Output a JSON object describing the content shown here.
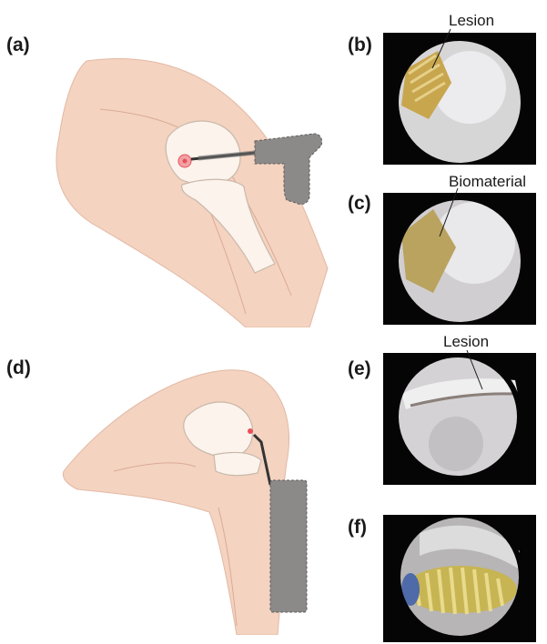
{
  "panels": {
    "a": {
      "label": "(a)"
    },
    "b": {
      "label": "(b)",
      "annotation": "Lesion"
    },
    "c": {
      "label": "(c)",
      "annotation": "Biomaterial"
    },
    "d": {
      "label": "(d)"
    },
    "e": {
      "label": "(e)",
      "annotation": "Lesion"
    },
    "f": {
      "label": "(f)"
    }
  },
  "colors": {
    "skin": "#f4d3c0",
    "skin_edge": "#e2b9a4",
    "bone": "#fbf3ec",
    "tool": "#8c8a89",
    "lesion": "#e8505a",
    "photo_bg": "#050505"
  }
}
